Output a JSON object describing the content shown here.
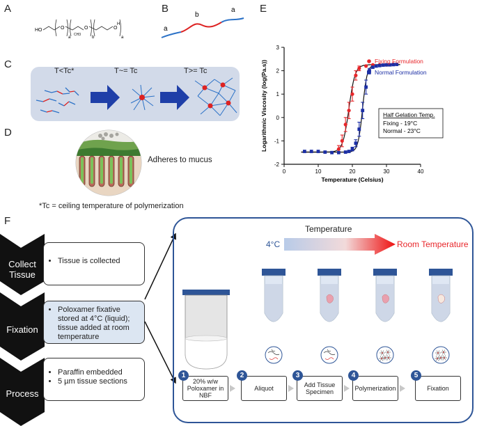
{
  "panels": {
    "a": "A",
    "b": "B",
    "c": "C",
    "d": "D",
    "e": "E",
    "f": "F"
  },
  "panel_a": {
    "ho": "HO",
    "h": "H",
    "ch3": "CH3",
    "sub_a1": "a",
    "sub_b": "b",
    "sub_a2": "a"
  },
  "panel_b": {
    "label_a_left": "a",
    "label_b": "b",
    "label_a_right": "a"
  },
  "panel_c": {
    "stage1": "T<Tc*",
    "stage2": "T~= Tc",
    "stage3": "T>= Tc"
  },
  "panel_d": {
    "caption": "Adheres to mucus"
  },
  "footnote": "*Tc = ceiling temperature of polymerization",
  "chart_data": {
    "type": "scatter",
    "xlabel": "Temperature (Celsius)",
    "ylabel": "Logarithmic Viscosity (log(Pa.s))",
    "xlim": [
      0,
      40
    ],
    "ylim": [
      -2,
      3
    ],
    "xticks": [
      0,
      10,
      20,
      30,
      40
    ],
    "yticks": [
      -2,
      -1,
      0,
      1,
      2,
      3
    ],
    "grid": false,
    "legend_placement": "right",
    "series": [
      {
        "name": "Fixing Formulation",
        "color": "#e8262a",
        "marker": "circle",
        "x": [
          16,
          17,
          18,
          19,
          20,
          21,
          22,
          24,
          26,
          28,
          30,
          32
        ],
        "y": [
          -1.35,
          -1.0,
          -0.3,
          0.3,
          1.0,
          1.8,
          2.1,
          2.2,
          2.25,
          2.25,
          2.25,
          2.28
        ],
        "err": [
          0.15,
          0.25,
          0.3,
          0.35,
          0.3,
          0.2,
          0.1,
          0.05,
          0.05,
          0.05,
          0.05,
          0.05
        ],
        "fit_mid": 19,
        "fit_k": 0.55
      },
      {
        "name": "Normal Formulation",
        "color": "#1c2fa5",
        "marker": "square",
        "x": [
          6,
          8,
          10,
          12,
          14,
          16,
          18,
          19,
          20,
          21,
          22,
          23,
          24,
          25,
          26,
          27,
          28,
          29,
          30,
          31,
          32,
          33
        ],
        "y": [
          -1.45,
          -1.45,
          -1.45,
          -1.48,
          -1.5,
          -1.5,
          -1.48,
          -1.45,
          -1.35,
          -1.1,
          -0.5,
          0.3,
          1.3,
          2.0,
          2.15,
          2.2,
          2.22,
          2.24,
          2.25,
          2.25,
          2.26,
          2.27
        ],
        "err": [
          0.03,
          0.03,
          0.03,
          0.03,
          0.03,
          0.03,
          0.05,
          0.05,
          0.08,
          0.15,
          0.3,
          0.35,
          0.3,
          0.1,
          0.05,
          0.05,
          0.05,
          0.05,
          0.05,
          0.05,
          0.05,
          0.05
        ],
        "fit_mid": 23,
        "fit_k": 0.75
      }
    ],
    "annotation": {
      "title": "Half Gelation Temp.",
      "lines": [
        "Fixing - 19°C",
        "Normal - 23°C"
      ]
    }
  },
  "panel_f": {
    "chevrons": [
      {
        "label_line1": "Collect",
        "label_line2": "Tissue"
      },
      {
        "label_line1": "Fixation",
        "label_line2": ""
      },
      {
        "label_line1": "Process",
        "label_line2": ""
      }
    ],
    "boxes": [
      {
        "lines": [
          "Tissue is collected"
        ]
      },
      {
        "lines": [
          "Poloxamer fixative stored at 4°C (liquid); tissue added at room temperature"
        ]
      },
      {
        "lines": [
          "Paraffin embedded",
          "5 µm tissue sections"
        ]
      }
    ],
    "temperature_label": "Temperature",
    "cold_label": "4°C",
    "warm_label": "Room Temperature",
    "steps": [
      {
        "num": "1",
        "label": "20% w/w Poloxamer in NBF"
      },
      {
        "num": "2",
        "label": "Aliquot"
      },
      {
        "num": "3",
        "label": "Add Tissue Specimen"
      },
      {
        "num": "4",
        "label": "Polymerization"
      },
      {
        "num": "5",
        "label": "Fixation"
      }
    ]
  },
  "colors": {
    "fixing": "#e8262a",
    "normal": "#1c2fa5",
    "chevron": "#111111",
    "frame_blue": "#2e5597",
    "tube_cap": "#2e5597",
    "box_fill": "#dce6f2"
  }
}
